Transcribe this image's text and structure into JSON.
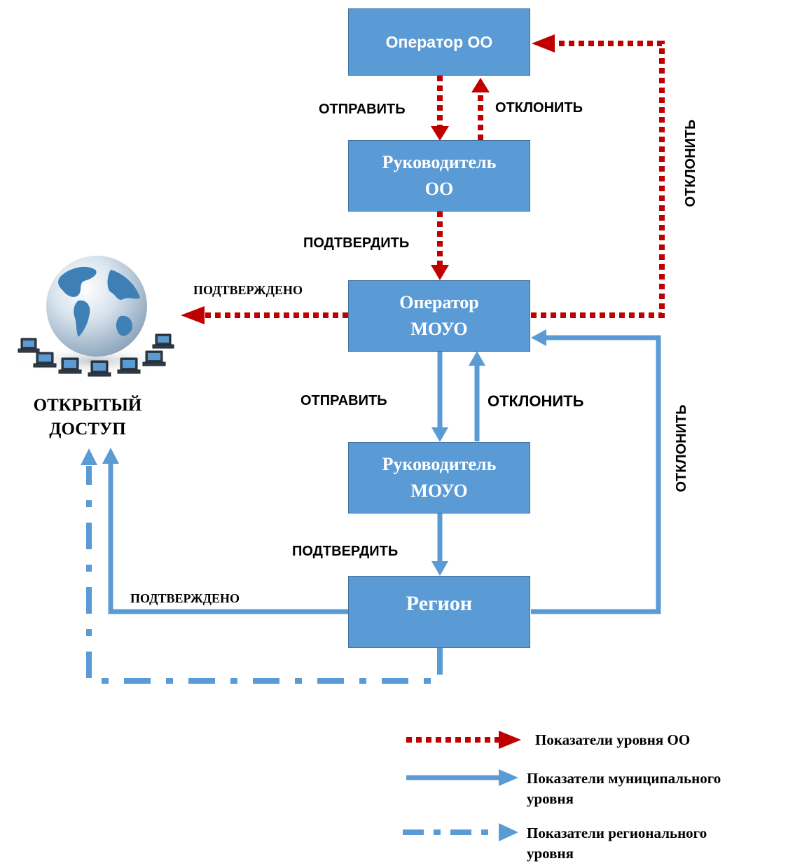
{
  "colors": {
    "box_fill": "#5b9bd5",
    "box_border": "#41719c",
    "oo_flow": "#c00000",
    "municipal_flow": "#5b9bd5",
    "regional_flow": "#5b9bd5",
    "text": "#000000"
  },
  "nodes": {
    "operator_oo": [
      "Оператор ОО"
    ],
    "head_oo": [
      "Руководитель",
      "ОО"
    ],
    "operator_mouo": [
      "Оператор",
      "МОУО"
    ],
    "head_mouo": [
      "Руководитель",
      "МОУО"
    ],
    "region": [
      "Регион"
    ]
  },
  "labels": {
    "send_oo": "ОТПРАВИТЬ",
    "reject_oo": "ОТКЛОНИТЬ",
    "reject_right_top": "ОТКЛОНИТЬ",
    "confirm_oo": "ПОДТВЕРДИТЬ",
    "confirmed_top": "ПОДТВЕРЖДЕНО",
    "send_mouo": "ОТПРАВИТЬ",
    "reject_mouo": "ОТКЛОНИТЬ",
    "reject_right_bottom": "ОТКЛОНИТЬ",
    "confirm_mouo": "ПОДТВЕРДИТЬ",
    "confirmed_bottom": "ПОДТВЕРЖДЕНО"
  },
  "open_access": [
    "ОТКРЫТЫЙ",
    "ДОСТУП"
  ],
  "globe_icon": "globe-network-icon",
  "legend": {
    "oo_level": "Показатели уровня ОО",
    "municipal_level": [
      "Показатели муниципального",
      "уровня"
    ],
    "regional_level": [
      "Показатели регионального",
      "уровня"
    ]
  }
}
